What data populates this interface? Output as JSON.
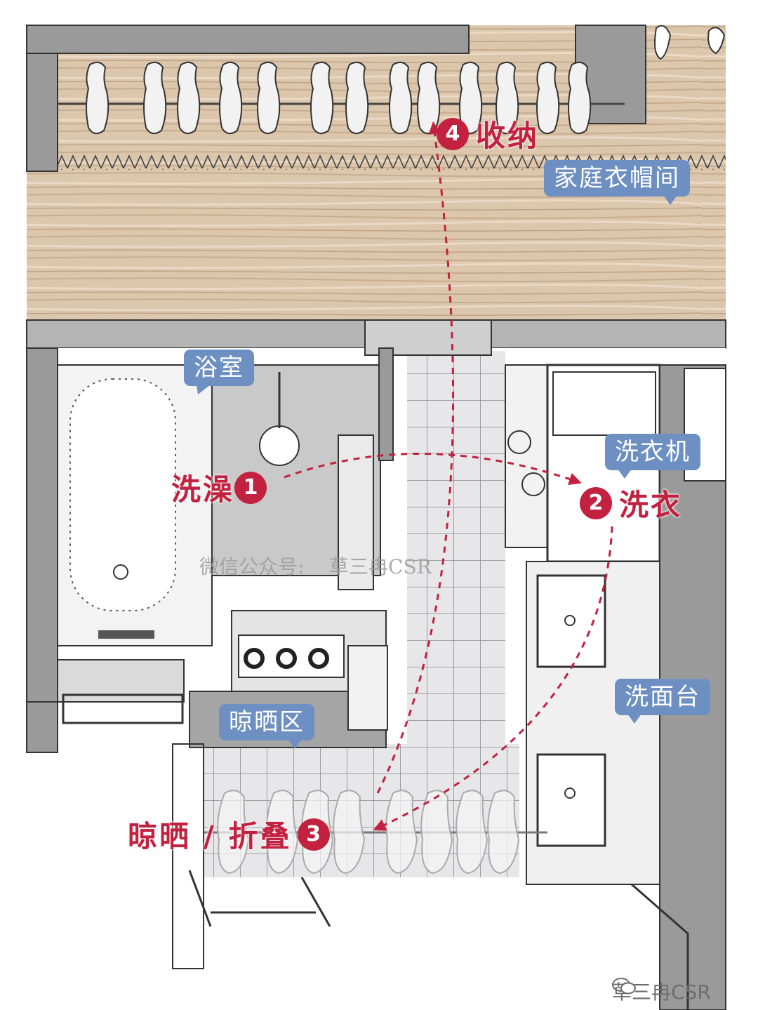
{
  "zones": {
    "wardrobe": "家庭衣帽间",
    "bathroom": "浴室",
    "washer": "洗衣机",
    "vanity": "洗面台",
    "drying_zone": "晾晒区"
  },
  "steps": [
    {
      "number": "1",
      "label": "洗澡"
    },
    {
      "number": "2",
      "label": "洗衣"
    },
    {
      "number": "3",
      "label": "晾晒 / 折叠"
    },
    {
      "number": "4",
      "label": "收纳"
    }
  ],
  "watermark": "微信公众号:    草三冉CSR",
  "logo_text": "草三冉CSR",
  "colors": {
    "accent_red": "#c2213f",
    "tag_blue": "#6d8fc2",
    "wall_gray": "#9a9a9a",
    "wood_floor": "#dcc7ad"
  }
}
